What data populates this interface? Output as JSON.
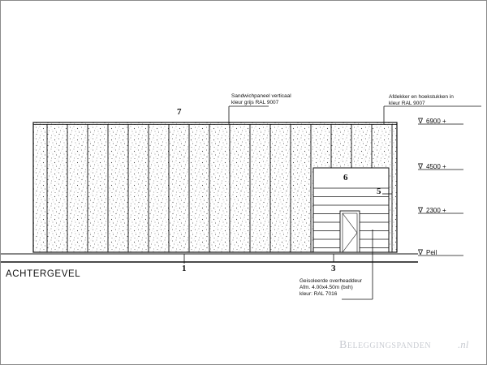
{
  "view_title": "ACHTERGEVEL",
  "notes": {
    "sandwich_line1": "Sandwichpaneel verticaal",
    "sandwich_line2": "kleur grijs RAL 9007",
    "afdekker_line1": "Afdekker en hoekstukken in",
    "afdekker_line2": "kleur RAL 9007",
    "door_line1": "Geisoleerde overheaddeur",
    "door_line2": "Afm. 4.00x4.50m (bxh)",
    "door_line3": "kleur: RAL 7016"
  },
  "markers": [
    "7",
    "6",
    "5",
    "1",
    "3"
  ],
  "levels": [
    {
      "symbol": "∇",
      "label": "6900 +"
    },
    {
      "symbol": "∇",
      "label": "4500 +"
    },
    {
      "symbol": "∇",
      "label": "2300 +"
    },
    {
      "symbol": "∇",
      "label": "Peil"
    }
  ],
  "watermark": {
    "main": "Beleggingspanden",
    "suffix": ".nl"
  },
  "colors": {
    "line": "#111111",
    "speckle": "#555555",
    "watermark": "#c9ccd2"
  }
}
